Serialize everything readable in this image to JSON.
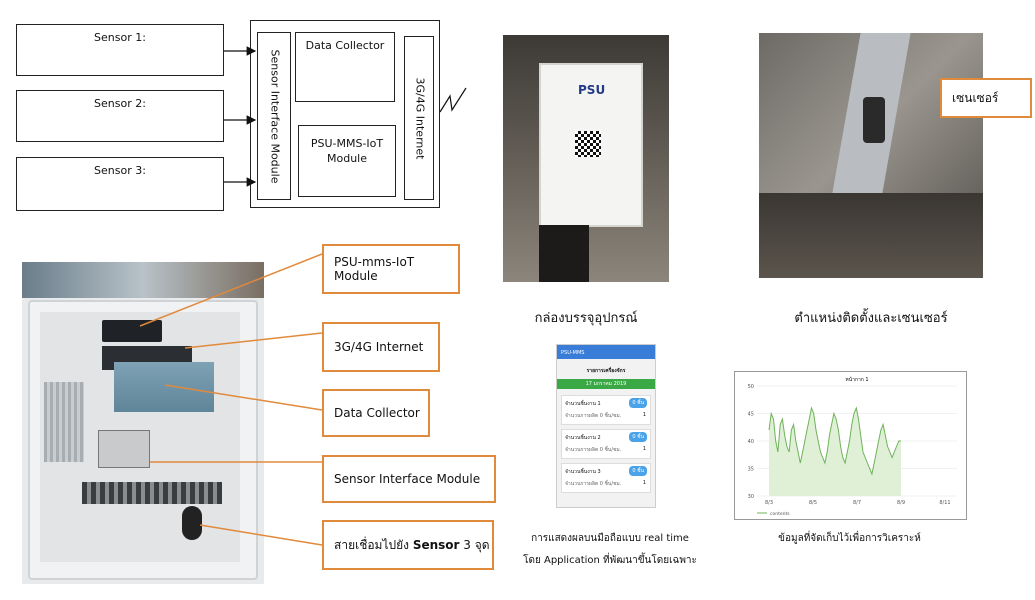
{
  "block_diagram": {
    "sensor1": "Sensor 1:",
    "sensor2": "Sensor 2:",
    "sensor3": "Sensor 3:",
    "sensor_interface": "Sensor Interface Module",
    "data_collector": "Data Collector",
    "iot_module": "PSU-MMS-IoT Module",
    "internet": "3G/4G Internet"
  },
  "callouts": {
    "iot": "PSU-mms-IoT Module",
    "internet": "3G/4G Internet",
    "collector": "Data Collector",
    "interface": "Sensor Interface Module",
    "cable_prefix": "สายเชื่อมไปยัง",
    "cable_bold": "Sensor",
    "cable_suffix": "3 จุด"
  },
  "captions": {
    "enclosure": "กล่องบรรจุอุปกรณ์",
    "sensor_position": "ตำแหน่งติดตั้งและเซนเซอร์",
    "sensor_tag": "เซนเซอร์",
    "mobile_line1": "การแสดงผลบนมือถือแบบ real time",
    "mobile_line2": "โดย Application ที่พัฒนาขึ้นโดยเฉพาะ",
    "chart": "ข้อมูลที่จัดเก็บไว้เพื่อการวิเคราะห์"
  },
  "phone": {
    "app_title": "PSU-MMS",
    "heading": "รายการเครื่องจักร",
    "date": "17 มกราคม 2019",
    "items": [
      {
        "name": "จำนวนชิ้นงาน 1",
        "sub": "จำนวนการผลิต 0 ชิ้น/ชม.",
        "count": "1",
        "badge": "0 ชิ้น"
      },
      {
        "name": "จำนวนชิ้นงาน 2",
        "sub": "จำนวนการผลิต 0 ชิ้น/ชม.",
        "count": "1",
        "badge": "0 ชิ้น"
      },
      {
        "name": "จำนวนชิ้นงาน 3",
        "sub": "จำนวนการผลิต 0 ชิ้น/ชม.",
        "count": "1",
        "badge": "0 ชิ้น"
      }
    ]
  },
  "enclosure_label": "PSU",
  "chart_data": {
    "type": "line",
    "title": "หน้ากาก 1",
    "ylim": [
      30,
      50
    ],
    "yticks": [
      "50",
      "45",
      "40",
      "35",
      "30"
    ],
    "xticks": [
      "8/3",
      "8/5",
      "8/7",
      "8/9",
      "8/11"
    ],
    "legend": "contents",
    "series": [
      {
        "color": "#6fb35a",
        "values": [
          42,
          45,
          44,
          40,
          38,
          43,
          44,
          41,
          39,
          38,
          42,
          43,
          40,
          38,
          36,
          38,
          40,
          42,
          44,
          46,
          45,
          42,
          40,
          38,
          37,
          36,
          38,
          41,
          43,
          45,
          44,
          42,
          39,
          37,
          36,
          38,
          40,
          43,
          45,
          46,
          44,
          41,
          38,
          37,
          36,
          35,
          34,
          36,
          38,
          40,
          42,
          43,
          41,
          39,
          38,
          37,
          38,
          39,
          40,
          40
        ]
      }
    ]
  },
  "colors": {
    "accent": "#e08a3c",
    "phone_green": "#3aa845",
    "badge_blue": "#4aa3e8"
  }
}
